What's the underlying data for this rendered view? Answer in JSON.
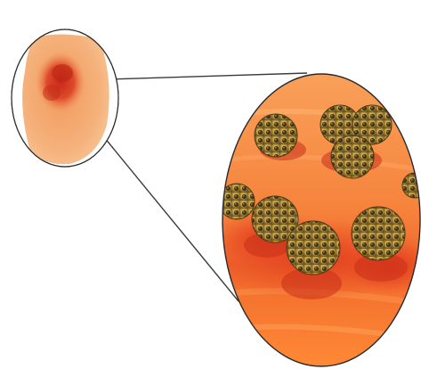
{
  "illustration": {
    "subject": "magnified-cell-view",
    "colors": {
      "background": "#ffffff",
      "tissue_light": "#f6b07a",
      "tissue_mid": "#ee8a48",
      "tissue_red": "#e4482a",
      "tissue_orange": "#ff7a2e",
      "lesion": "#d8341c",
      "particle_fill": "#c8a24a",
      "particle_dot": "#3a3414",
      "outline": "#2a2a2a"
    },
    "small_view": {
      "count_lesions": 1
    },
    "magnified_view": {
      "particle_count": 9
    }
  }
}
